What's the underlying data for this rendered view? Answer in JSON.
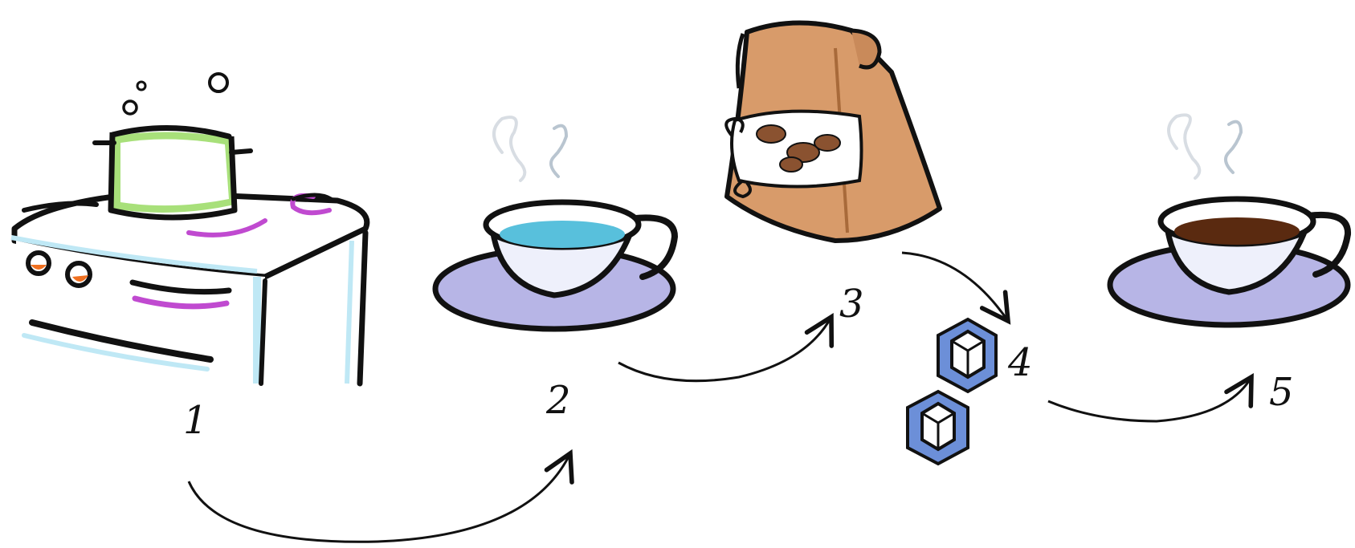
{
  "steps": [
    {
      "number": "1",
      "icon": "stove-with-boiling-pot-icon"
    },
    {
      "number": "2",
      "icon": "cup-of-hot-water-icon"
    },
    {
      "number": "3",
      "icon": "coffee-bean-bag-icon"
    },
    {
      "number": "4",
      "icon": "sugar-cubes-icon"
    },
    {
      "number": "5",
      "icon": "cup-of-coffee-icon"
    }
  ],
  "colors": {
    "stove_body": "#ffffff",
    "stove_accent": "#bfe8f5",
    "pot": "#a8e07a",
    "burner": "#c04ad0",
    "knob": "#f07020",
    "water": "#58c0dc",
    "saucer": "#b7b5e6",
    "cup": "#eef0fb",
    "bag": "#d89b6a",
    "bean": "#8a5230",
    "sugar_frame": "#6c8fd8",
    "coffee": "#5a2a10",
    "steam": "#b9c5d0",
    "outline": "#111111"
  }
}
